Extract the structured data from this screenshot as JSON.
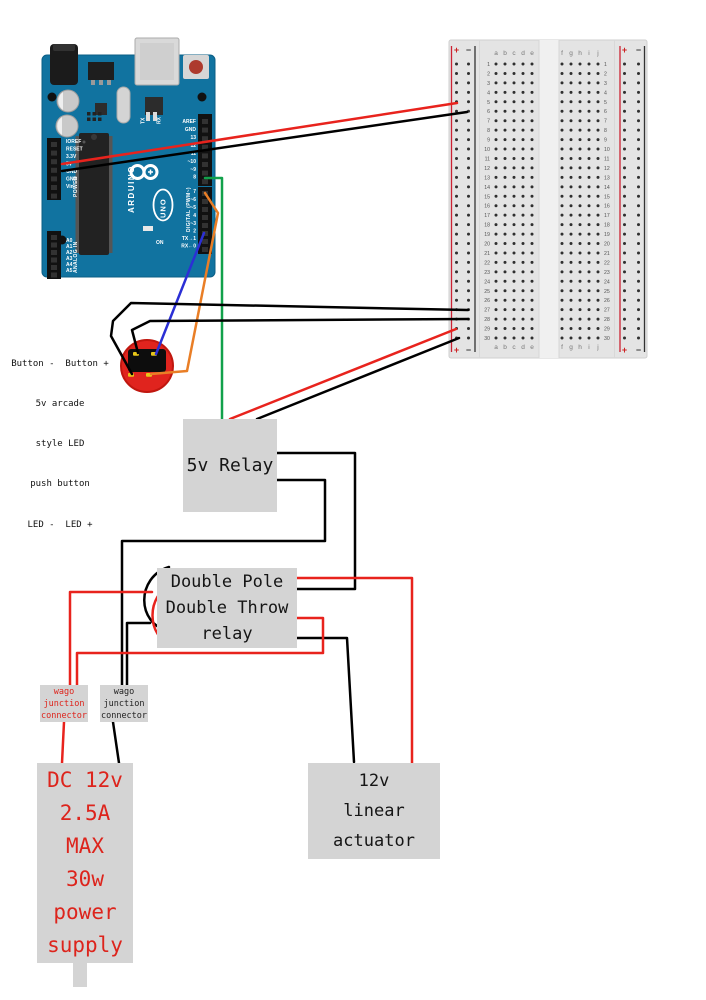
{
  "arduino": {
    "digital_pins_upper": [
      "AREF",
      "GND",
      "13",
      "12",
      "~11",
      "~10",
      "~9",
      "8"
    ],
    "digital_pins_lower": [
      "7",
      "~6",
      "~5",
      "4",
      "~3",
      "2",
      "TX→1",
      "RX←0"
    ],
    "power_pins": [
      "IOREF",
      "RESET",
      "3.3V",
      "5V",
      "GND",
      "GND",
      "Vin"
    ],
    "analog_pins": [
      "A0",
      "A1",
      "A2",
      "A3",
      "A4",
      "A5"
    ],
    "labels": {
      "brand": "ARDUINO",
      "model": "UNO",
      "digital": "DIGITAL (PWM~)",
      "power": "POWER",
      "analog": "ANALOG IN",
      "on": "ON",
      "tx": "TX",
      "rx": "RX"
    }
  },
  "breadboard": {
    "rows": 30,
    "columns_left": [
      "a",
      "b",
      "c",
      "d",
      "e"
    ],
    "columns_right": [
      "f",
      "g",
      "h",
      "i",
      "j"
    ],
    "plus": "+",
    "minus": "−"
  },
  "button": {
    "labels": [
      "Button -  Button +",
      "5v arcade",
      "style LED",
      "push button",
      "LED -  LED +"
    ]
  },
  "boxes": {
    "relay5v": {
      "lines": [
        "5v Relay"
      ]
    },
    "dpdt": {
      "lines": [
        "Double Pole",
        "Double Throw",
        "relay"
      ]
    },
    "wago_red": {
      "lines": [
        "wago",
        "junction",
        "connector"
      ]
    },
    "wago_black": {
      "lines": [
        "wago",
        "junction",
        "connector"
      ]
    },
    "dc_supply": {
      "lines": [
        "DC 12v",
        "2.5A",
        "MAX",
        "30w",
        "power",
        "supply"
      ]
    },
    "actuator": {
      "lines": [
        "12v",
        "linear",
        "actuator"
      ]
    }
  },
  "colors": {
    "wire_red": "#e8231d",
    "wire_black": "#000000",
    "wire_green": "#12a14b",
    "wire_blue": "#2b2fd5",
    "wire_orange": "#e97e26",
    "board_teal": "#1173a0",
    "box_gray": "#d4d4d4",
    "label_red": "#dd241c",
    "btn_red": "#e0241e",
    "pad_yellow": "#e8c619"
  }
}
